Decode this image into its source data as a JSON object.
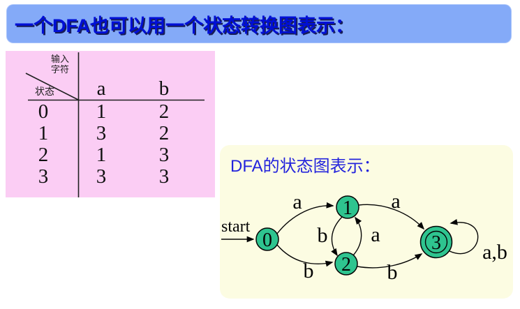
{
  "title_bar": {
    "text": "一个DFA也可以用一个状态转换图表示："
  },
  "transition_table": {
    "input_header_line1": "输入",
    "input_header_line2": "字符",
    "state_header": "状态",
    "columns": [
      "a",
      "b"
    ],
    "rows": [
      {
        "state": "0",
        "a": "1",
        "b": "2"
      },
      {
        "state": "1",
        "a": "3",
        "b": "2"
      },
      {
        "state": "2",
        "a": "1",
        "b": "3"
      },
      {
        "state": "3",
        "a": "3",
        "b": "3"
      }
    ]
  },
  "diagram": {
    "heading": "DFA的状态图表示：",
    "start_label": "start",
    "states": [
      {
        "id": "0",
        "accepting": false
      },
      {
        "id": "1",
        "accepting": false
      },
      {
        "id": "2",
        "accepting": false
      },
      {
        "id": "3",
        "accepting": true
      }
    ],
    "edges": [
      {
        "from": "0",
        "to": "1",
        "label": "a"
      },
      {
        "from": "0",
        "to": "2",
        "label": "b"
      },
      {
        "from": "1",
        "to": "2",
        "label": "b"
      },
      {
        "from": "2",
        "to": "1",
        "label": "a"
      },
      {
        "from": "1",
        "to": "3",
        "label": "a"
      },
      {
        "from": "2",
        "to": "3",
        "label": "b"
      },
      {
        "from": "3",
        "to": "3",
        "label": "a,b"
      }
    ]
  },
  "colors": {
    "title_bar_bg": "#84aaf8",
    "title_text": "#000fd6",
    "table_bg": "#fbcdf4",
    "panel_bg": "#fcfce2",
    "heading_text": "#2323dc",
    "node_fill": "#2ec48f"
  }
}
